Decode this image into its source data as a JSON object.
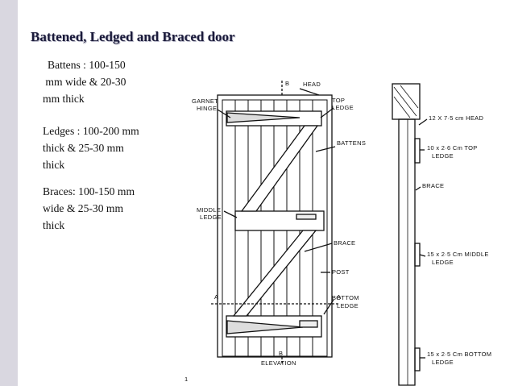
{
  "slide": {
    "title": "Battened, Ledged and Braced door",
    "specs": [
      {
        "lines": [
          "Battens : 100-150",
          " mm wide & 20-30",
          "mm thick"
        ]
      },
      {
        "lines": [
          "Ledges : 100-200 mm",
          "thick & 25-30 mm",
          "thick"
        ]
      },
      {
        "lines": [
          "Braces: 100-150 mm",
          "wide & 25-30 mm",
          "thick"
        ]
      }
    ]
  },
  "drawing": {
    "labels": {
      "garnet_hinge_1": "GARNET",
      "garnet_hinge_2": "HINGE",
      "b_top": "B",
      "head": "HEAD",
      "top_ledge_1": "TOP",
      "top_ledge_2": "LEDGE",
      "battens": "BATTENS",
      "middle_ledge_1": "MIDDLE",
      "middle_ledge_2": "LEDGE",
      "brace": "BRACE",
      "post": "POST",
      "bottom_ledge_1": "BOTTOM",
      "bottom_ledge_2": "LEDGE",
      "a_left": "A",
      "a_right": "A",
      "b_bottom": "B",
      "elevation": "ELEVATION",
      "sec_head": "12 X 7·5 cm HEAD",
      "sec_top_ledge_1": "10 x 2·6 Cm TOP",
      "sec_top_ledge_2": "LEDGE",
      "sec_brace": "BRACE",
      "sec_middle_ledge_1": "15 x 2·5 Cm MIDDLE",
      "sec_middle_ledge_2": "LEDGE",
      "sec_bottom_ledge_1": "15 x 2·5 Cm BOTTOM",
      "sec_bottom_ledge_2": "LEDGE",
      "page_mark": "1"
    }
  }
}
